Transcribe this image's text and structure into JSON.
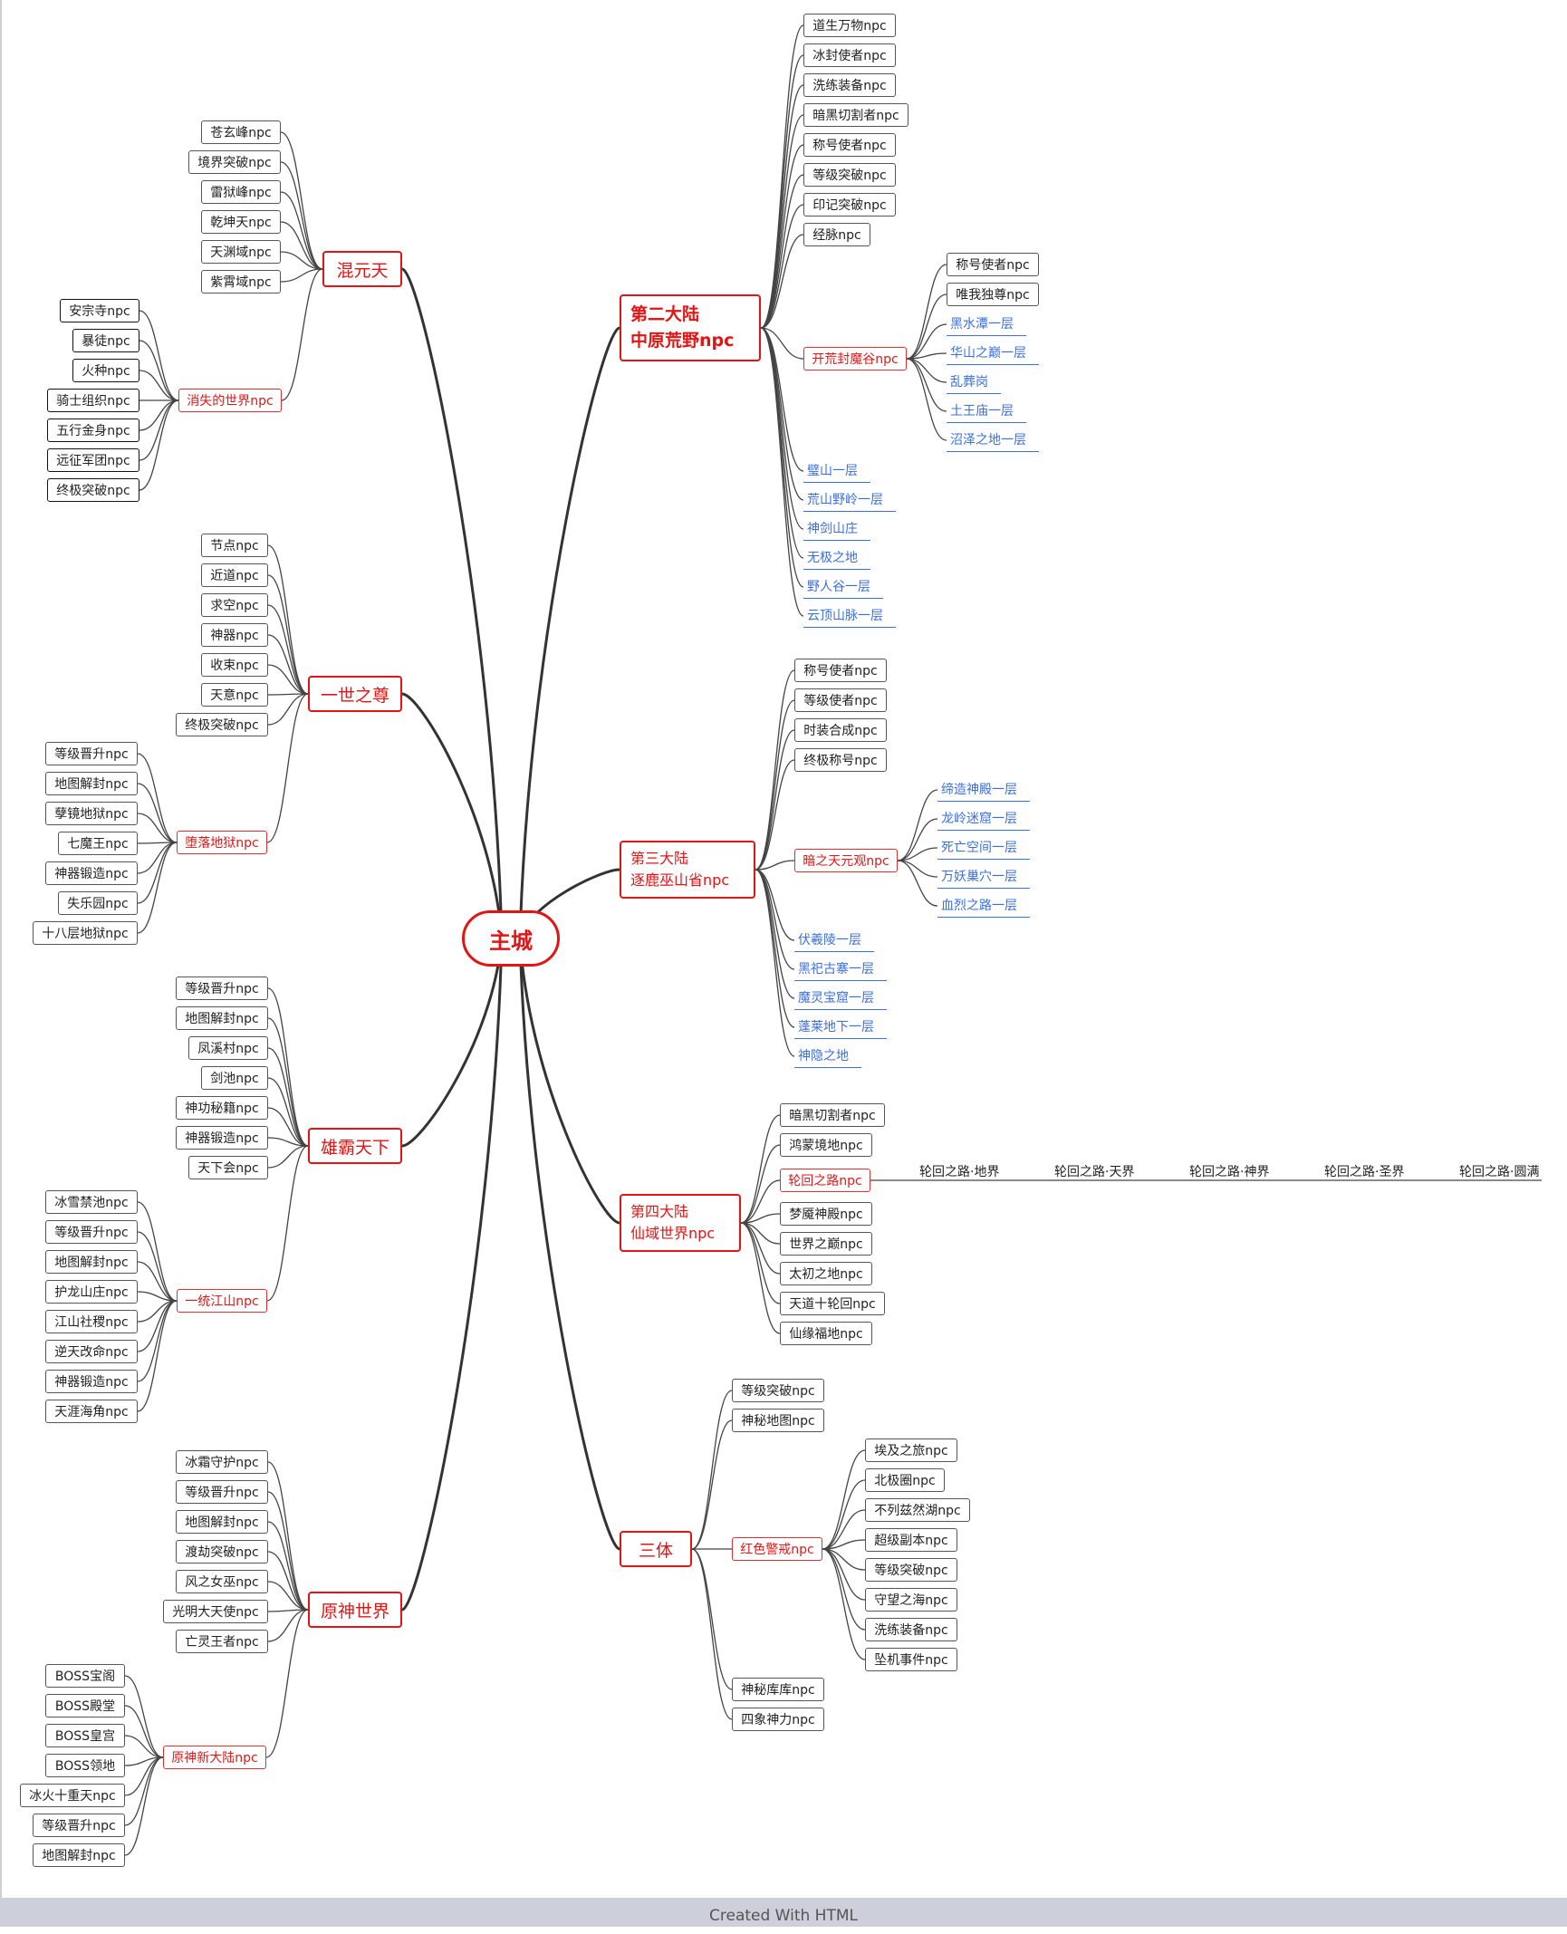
{
  "root": "主城",
  "footer": "Created With HTML",
  "colors": {
    "accent": "#e41414",
    "link": "#3b6fe0",
    "edge": "#333333",
    "footer_bg": "#cdd0db"
  },
  "left": [
    {
      "name": "混元天",
      "leaves": [
        "苍玄峰npc",
        "境界突破npc",
        "雷狱峰npc",
        "乾坤天npc",
        "天渊域npc",
        "紫霄域npc"
      ],
      "sub": {
        "name": "消失的世界npc",
        "leaves": [
          "安宗寺npc",
          "暴徒npc",
          "火种npc",
          "骑士组织npc",
          "五行金身npc",
          "远征军团npc",
          "终极突破npc"
        ]
      }
    },
    {
      "name": "一世之尊",
      "leaves": [
        "节点npc",
        "近道npc",
        "求空npc",
        "神器npc",
        "收束npc",
        "天意npc",
        "终极突破npc"
      ],
      "sub": {
        "name": "堕落地狱npc",
        "leaves": [
          "等级晋升npc",
          "地图解封npc",
          "孽镜地狱npc",
          "七魔王npc",
          "神器锻造npc",
          "失乐园npc",
          "十八层地狱npc"
        ]
      }
    },
    {
      "name": "雄霸天下",
      "leaves": [
        "等级晋升npc",
        "地图解封npc",
        "凤溪村npc",
        "剑池npc",
        "神功秘籍npc",
        "神器锻造npc",
        "天下会npc"
      ],
      "sub": {
        "name": "一统江山npc",
        "leaves": [
          "冰雪禁池npc",
          "等级晋升npc",
          "地图解封npc",
          "护龙山庄npc",
          "江山社稷npc",
          "逆天改命npc",
          "神器锻造npc",
          "天涯海角npc"
        ]
      }
    },
    {
      "name": "原神世界",
      "leaves": [
        "冰霜守护npc",
        "等级晋升npc",
        "地图解封npc",
        "渡劫突破npc",
        "风之女巫npc",
        "光明大天使npc",
        "亡灵王者npc"
      ],
      "sub": {
        "name": "原神新大陆npc",
        "leaves": [
          "BOSS宝阁",
          "BOSS殿堂",
          "BOSS皇宫",
          "BOSS领地",
          "冰火十重天npc",
          "等级晋升npc",
          "地图解封npc"
        ]
      }
    }
  ],
  "right": {
    "b1": {
      "line1": "第二大陆",
      "line2": "中原荒野npc",
      "leaves": [
        "道生万物npc",
        "冰封使者npc",
        "洗练装备npc",
        "暗黑切割者npc",
        "称号使者npc",
        "等级突破npc",
        "印记突破npc",
        "经脉npc"
      ],
      "sub": {
        "name": "开荒封魔谷npc",
        "leaves": [
          "称号使者npc",
          "唯我独尊npc"
        ],
        "links": [
          "黑水潭一层",
          "华山之巅一层",
          "乱葬岗",
          "土王庙一层",
          "沼泽之地一层"
        ]
      },
      "links": [
        "璧山一层",
        "荒山野岭一层",
        "神剑山庄",
        "无极之地",
        "野人谷一层",
        "云顶山脉一层"
      ]
    },
    "b2": {
      "line1": "第三大陆",
      "line2": "逐鹿巫山省npc",
      "leaves": [
        "称号使者npc",
        "等级使者npc",
        "时装合成npc",
        "终极称号npc"
      ],
      "sub": {
        "name": "暗之天元观npc",
        "links": [
          "缔造神殿一层",
          "龙岭迷窟一层",
          "死亡空间一层",
          "万妖巢穴一层",
          "血烈之路一层"
        ]
      },
      "links": [
        "伏羲陵一层",
        "黑祀古寨一层",
        "魔灵宝窟一层",
        "蓬莱地下一层",
        "神隐之地"
      ]
    },
    "b3": {
      "line1": "第四大陆",
      "line2": "仙域世界npc",
      "leaves": [
        "暗黑切割者npc",
        "鸿蒙境地npc"
      ],
      "sub": {
        "name": "轮回之路npc",
        "items": [
          "轮回之路·地界",
          "轮回之路·天界",
          "轮回之路·神界",
          "轮回之路·圣界",
          "轮回之路·圆满"
        ]
      },
      "leaves2": [
        "梦魇神殿npc",
        "世界之巅npc",
        "太初之地npc",
        "天道十轮回npc",
        "仙缘福地npc"
      ]
    },
    "b4": {
      "name": "三体",
      "leaves": [
        "等级突破npc",
        "神秘地图npc"
      ],
      "sub": {
        "name": "红色警戒npc",
        "leaves": [
          "埃及之旅npc",
          "北极圈npc",
          "不列兹然湖npc",
          "超级副本npc",
          "等级突破npc",
          "守望之海npc",
          "洗练装备npc",
          "坠机事件npc"
        ]
      },
      "leaves2": [
        "神秘库库npc",
        "四象神力npc"
      ]
    }
  }
}
